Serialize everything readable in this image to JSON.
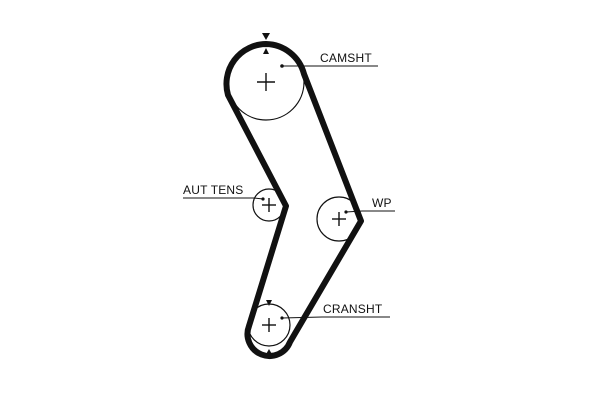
{
  "diagram": {
    "labels": {
      "camshaft": "CAMSHT",
      "auto_tensioner": "AUT TENS",
      "water_pump": "WP",
      "crankshaft": "CRANSHT"
    },
    "colors": {
      "line": "#111111",
      "background": "#ffffff"
    },
    "icons": {
      "timing_mark": "triangle-marker-icon",
      "pulley_center": "crosshair-icon"
    }
  }
}
